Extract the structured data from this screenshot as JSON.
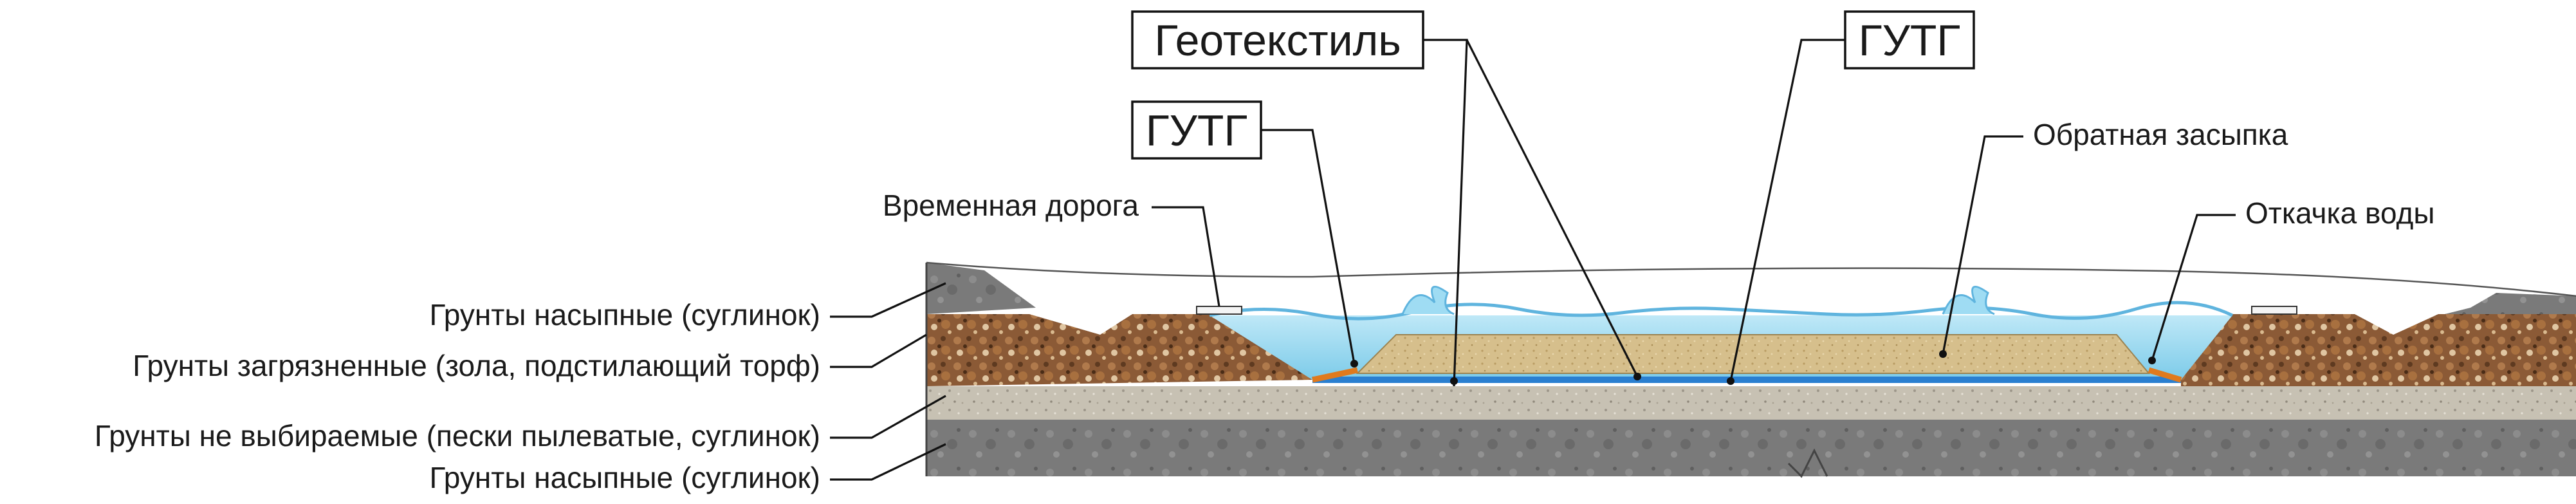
{
  "labels_left": [
    {
      "id": "fill-soil-top",
      "text": "Грунты насыпные (суглинок)"
    },
    {
      "id": "contaminated-soil",
      "text": "Грунты загрязненные (зола, подстилающий торф)"
    },
    {
      "id": "unexcavated-soil",
      "text": "Грунты не выбираемые (пески пылеватые, суглинок)"
    },
    {
      "id": "fill-soil-bottom",
      "text": "Грунты насыпные (суглинок)"
    }
  ],
  "labels_right": [
    {
      "id": "temporary-road",
      "text": "Временная дорога"
    },
    {
      "id": "backfill",
      "text": "Обратная засыпка"
    },
    {
      "id": "water-pumping",
      "text": "Откачка воды"
    }
  ],
  "boxed_labels": [
    {
      "id": "geotextile",
      "text": "Геотекстиль"
    },
    {
      "id": "gutg-left",
      "text": "ГУТГ"
    },
    {
      "id": "gutg-right",
      "text": "ГУТГ"
    }
  ],
  "colors": {
    "water": "#8fd3ee",
    "water_light": "#c4ecf9",
    "backfill_sand": "#d8c08e",
    "contaminated_soil": "#8b5a36",
    "unexcavated_soil": "#bdb6a6",
    "fill_soil": "#6e6e6e",
    "liner": "#2a7fd0",
    "liner_edge": "#e07a1d"
  }
}
